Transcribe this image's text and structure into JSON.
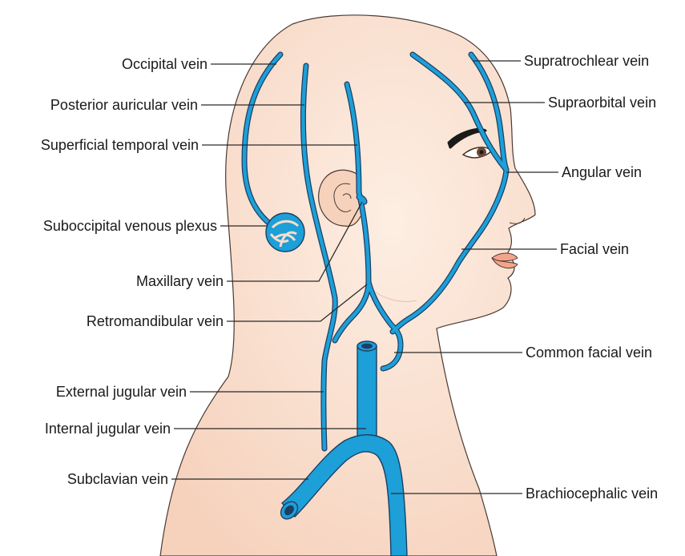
{
  "colors": {
    "skin": "#f9dccb",
    "skin_outline": "#4a3a33",
    "vein_fill": "#1d9fd8",
    "vein_outline": "#1c3f63",
    "lip": "#f4a48b",
    "brow": "#1a1a1a",
    "leader": "#2a2a2a"
  },
  "labels": {
    "occipital_vein": "Occipital vein",
    "posterior_auricular_vein": "Posterior auricular vein",
    "superficial_temporal_vein": "Superficial temporal vein",
    "suboccipital_venous_plexus": "Suboccipital venous plexus",
    "maxillary_vein": "Maxillary vein",
    "retromandibular_vein": "Retromandibular vein",
    "external_jugular_vein": "External jugular vein",
    "internal_jugular_vein": "Internal jugular vein",
    "subclavian_vein": "Subclavian vein",
    "supratrochlear_vein": "Supratrochlear vein",
    "supraorbital_vein": "Supraorbital vein",
    "angular_vein": "Angular vein",
    "facial_vein": "Facial vein",
    "common_facial_vein": "Common facial vein",
    "brachiocephalic_vein": "Brachiocephalic vein"
  }
}
